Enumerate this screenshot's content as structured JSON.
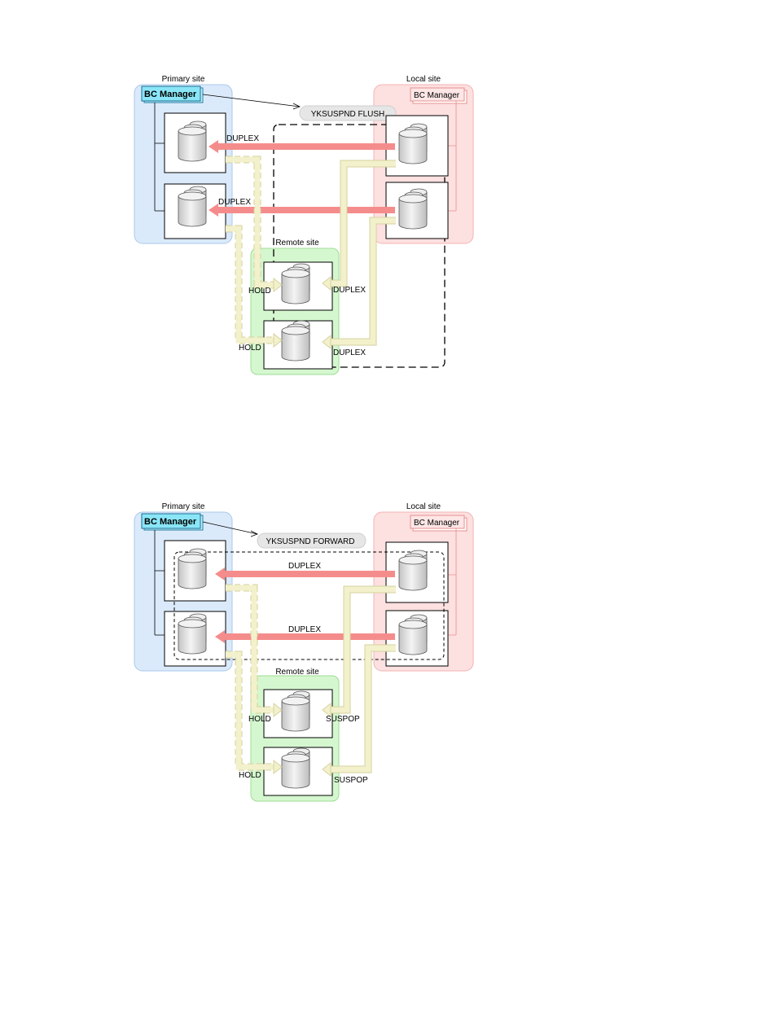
{
  "diagrams": [
    {
      "primary_site_label": "Primary site",
      "local_site_label": "Local site",
      "remote_site_label": "Remote site",
      "bc_manager_primary": "BC Manager",
      "bc_manager_local": "BC Manager",
      "command": "YKSUSPND FLUSH",
      "primary_pair_status_1": "DUPLEX",
      "primary_pair_status_2": "DUPLEX",
      "remote_hold_1": "HOLD",
      "remote_hold_2": "HOLD",
      "remote_status_1": "DUPLEX",
      "remote_status_2": "DUPLEX"
    },
    {
      "primary_site_label": "Primary site",
      "local_site_label": "Local site",
      "remote_site_label": "Remote site",
      "bc_manager_primary": "BC Manager",
      "bc_manager_local": "BC Manager",
      "command": "YKSUSPND FORWARD",
      "primary_pair_status_1": "DUPLEX",
      "primary_pair_status_2": "DUPLEX",
      "remote_hold_1": "HOLD",
      "remote_hold_2": "HOLD",
      "remote_status_1": "SUSPOP",
      "remote_status_2": "SUSPOP"
    }
  ],
  "colors": {
    "primary_zone": "#dbeafb",
    "primary_zone_border": "#a9c8ea",
    "local_zone": "#fde0e0",
    "local_zone_border": "#f3b3b3",
    "remote_zone": "#d5f7cf",
    "remote_zone_border": "#9fdc95",
    "red_arrow": "#f58c8c",
    "yellow_arrow": "#f2f1cc",
    "yellow_border": "#d6d29e",
    "bc_primary_fill": "#8ae6f7",
    "bc_local_fill": "#fde0e0"
  }
}
